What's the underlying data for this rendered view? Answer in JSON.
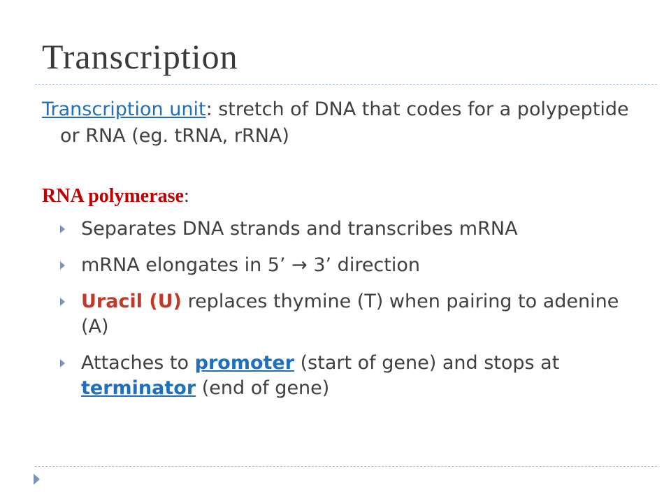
{
  "slide": {
    "title": "Transcription",
    "definition": {
      "term": "Transcription unit",
      "text": ": stretch of DNA that codes for a polypeptide or RNA (eg. tRNA, rRNA)"
    },
    "heading": {
      "term": "RNA polymerase",
      "suffix": ":"
    },
    "bullets": {
      "b1": "Separates DNA strands and transcribes mRNA",
      "b2": "mRNA elongates in 5’ → 3’ direction",
      "b3_bold": "Uracil (U)",
      "b3_rest": " replaces thymine (T) when pairing to adenine (A)",
      "b4_a": "Attaches to ",
      "b4_link1": "promoter",
      "b4_b": " (start of gene) and stops at ",
      "b4_link2": "terminator",
      "b4_c": " (end of gene)"
    }
  },
  "colors": {
    "link": "#1f6fbf",
    "heading_red": "#c00000",
    "uracil_red": "#c0392b",
    "bullet_arrow": "#7f95b8",
    "text": "#404040"
  },
  "icons": {
    "bullet": "triangle-right-icon",
    "corner": "triangle-right-icon"
  }
}
